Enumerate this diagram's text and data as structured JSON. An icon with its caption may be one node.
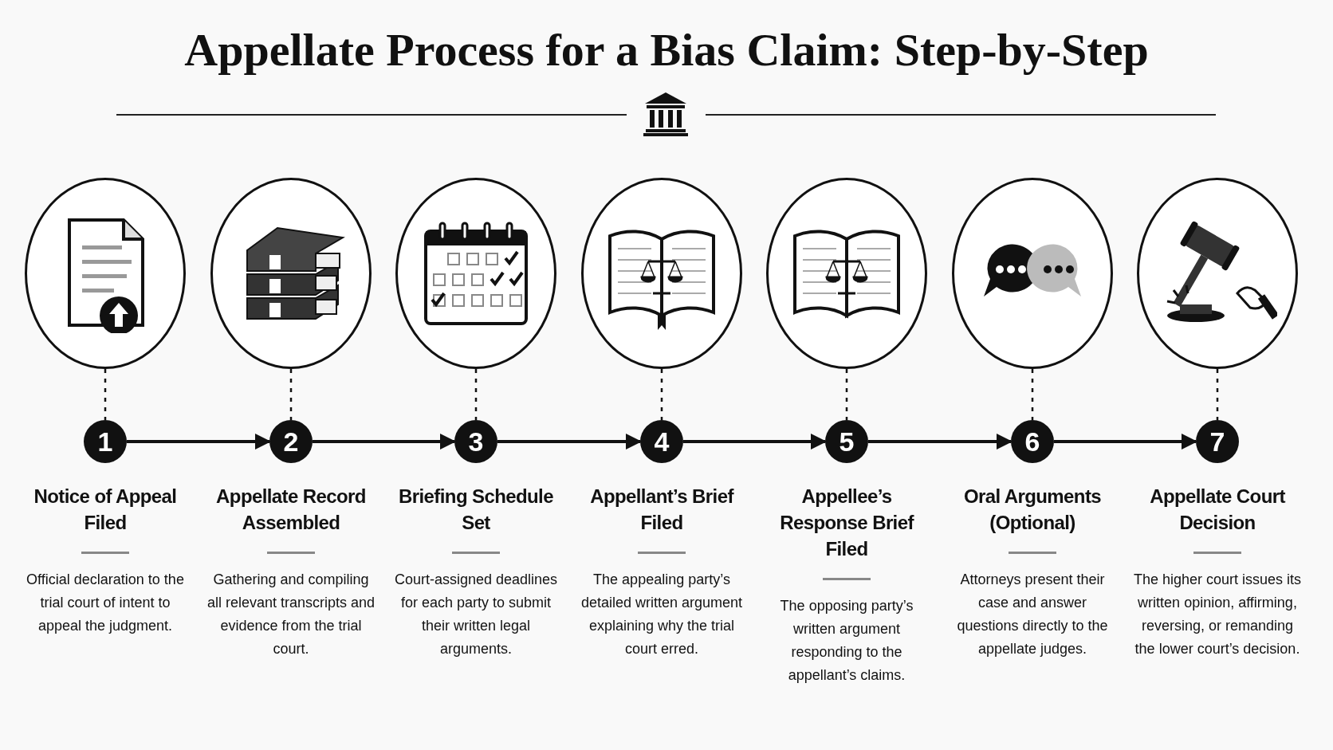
{
  "diagram": {
    "title": "Appellate Process for a Bias Claim: Step-by-Step",
    "nodes": [
      {
        "text": [],
        "shape": "circle"
      },
      {
        "text": [],
        "shape": "circle"
      },
      {
        "text": [],
        "shape": "circle"
      },
      {
        "text": [],
        "shape": "circle"
      },
      {
        "text": [],
        "shape": "circle"
      },
      {
        "text": [],
        "shape": "circle"
      },
      {
        "text": [],
        "shape": "circle"
      },
      {
        "text": [
          "1"
        ],
        "beside": [
          "Notice of Appeal Filed",
          "Official declaration to the trial court of intent to appeal the judgment."
        ]
      },
      {
        "text": [
          "2"
        ],
        "beside": [
          "Appellate Record Assembled",
          "Gathering and compiling all relevant transcripts and evidence from the trial court."
        ]
      },
      {
        "text": [
          "3"
        ],
        "beside": [
          "Briefing Schedule Set",
          "Court-assigned deadlines for each party to submit their written legal arguments."
        ]
      },
      {
        "text": [
          "4"
        ],
        "beside": [
          "Appellant’s Brief Filed",
          "The appealing party’s detailed written argument explaining why the trial court erred."
        ]
      },
      {
        "text": [
          "5"
        ],
        "beside": [
          "Appellee’s Response Brief Filed",
          "The opposing party’s written argument responding to the appellant’s claims."
        ]
      },
      {
        "text": [
          "6"
        ],
        "beside": [
          "Oral Arguments (Optional)",
          "Attorneys present their case and answer questions directly to the appellate judges."
        ]
      },
      {
        "text": [
          "7"
        ],
        "beside": [
          "Appellate Court Decision",
          "The higher court issues its written opinion, affirming, reversing, or remanding the lower court’s decision."
        ]
      }
    ],
    "edges": [
      {
        "from": 0,
        "to": 7,
        "arrow": "none",
        "style": "dashed"
      },
      {
        "from": 1,
        "to": 8,
        "arrow": "none",
        "style": "dashed"
      },
      {
        "from": 2,
        "to": 9,
        "arrow": "none",
        "style": "dashed"
      },
      {
        "from": 3,
        "to": 10,
        "arrow": "none",
        "style": "dashed"
      },
      {
        "from": 4,
        "to": 11,
        "arrow": "none",
        "style": "dashed"
      },
      {
        "from": 5,
        "to": 12,
        "arrow": "none",
        "style": "dashed"
      },
      {
        "from": 6,
        "to": 13,
        "arrow": "none",
        "style": "dashed"
      },
      {
        "from": 7,
        "to": 8,
        "arrow": "to"
      },
      {
        "from": 8,
        "to": 9,
        "arrow": "to"
      },
      {
        "from": 9,
        "to": 10,
        "arrow": "to"
      },
      {
        "from": 10,
        "to": 11,
        "arrow": "to"
      },
      {
        "from": 11,
        "to": 12,
        "arrow": "to"
      },
      {
        "from": 12,
        "to": 13,
        "arrow": "to"
      }
    ]
  }
}
